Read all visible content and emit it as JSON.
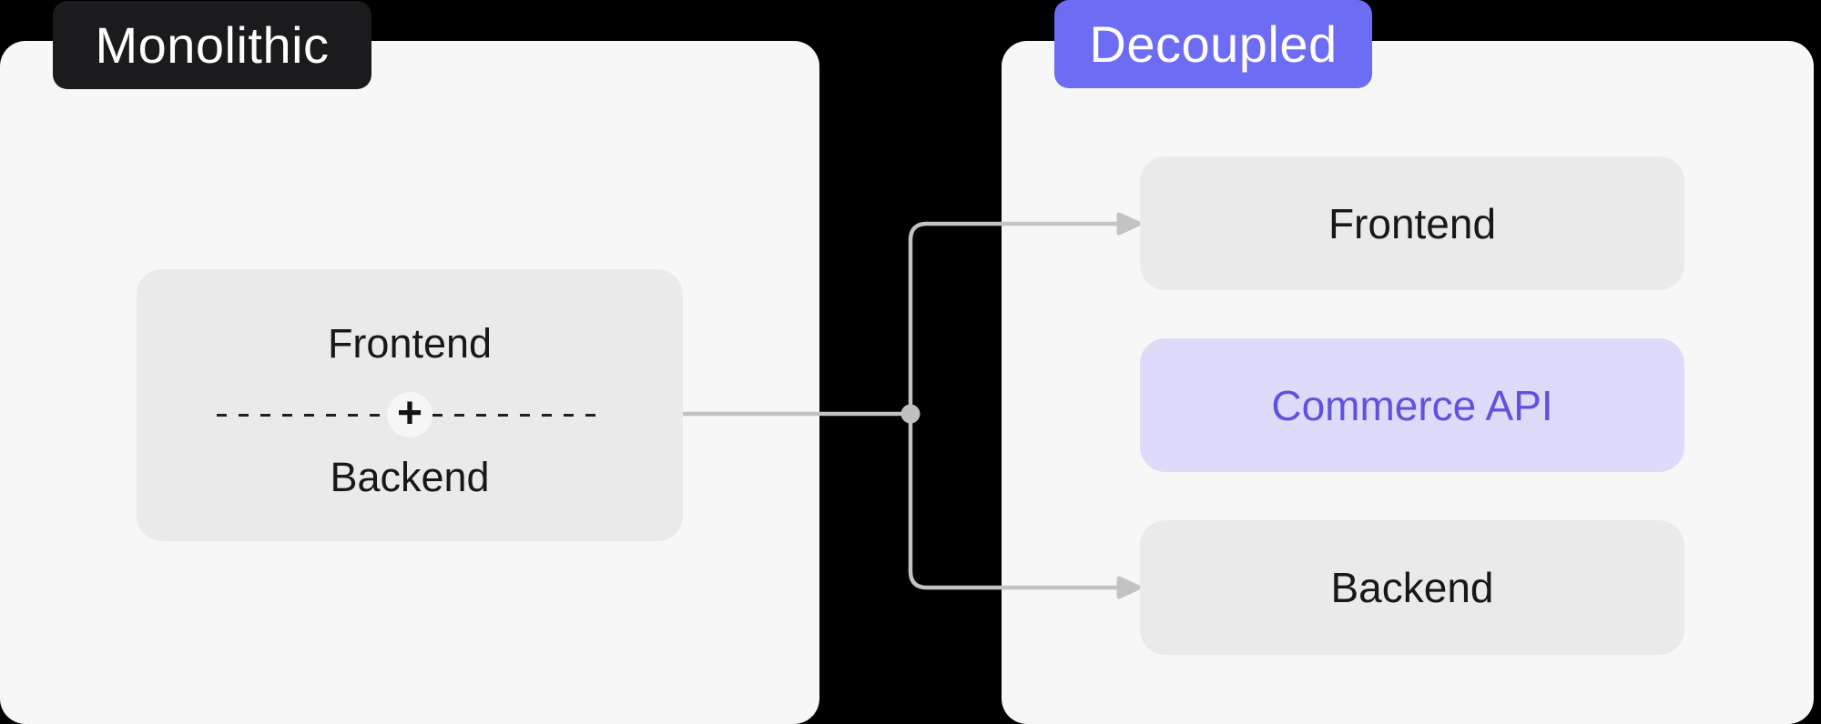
{
  "colors": {
    "page_background": "#000000",
    "panel_background": "#F7F7F7",
    "node_background": "#EAEAEA",
    "monolithic_badge_background": "#1B1B1D",
    "decoupled_badge_background": "#6C6CF5",
    "commerce_api_background": "#DDDBF9",
    "commerce_api_text": "#6052DE",
    "node_text": "#17181A",
    "connector": "#C3C3C3"
  },
  "diagram": {
    "monolithic": {
      "label": "Monolithic",
      "box": {
        "top": "Frontend",
        "plus": "+",
        "bottom": "Backend"
      }
    },
    "decoupled": {
      "label": "Decoupled",
      "boxes": [
        {
          "label": "Frontend"
        },
        {
          "label": "Commerce API"
        },
        {
          "label": "Backend"
        }
      ]
    }
  }
}
